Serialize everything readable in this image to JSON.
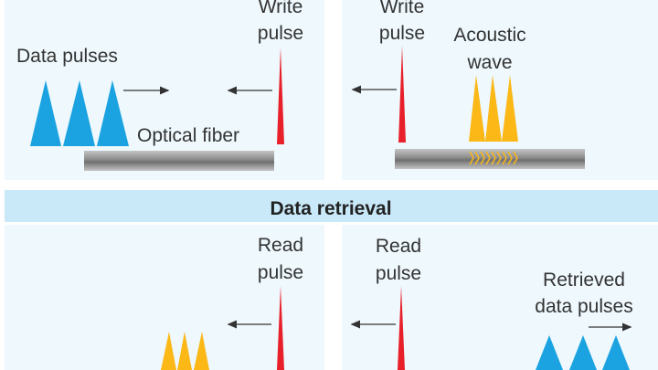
{
  "colors": {
    "panel_bg": "#eef8fd",
    "banner_bg": "#c9e9f8",
    "data_pulse": "#1aa3e0",
    "write_pulse": "#e8202a",
    "acoustic": "#fbb817",
    "fiber": "#9a9a9a"
  },
  "top_left": {
    "write_label_1": "Write",
    "write_label_2": "pulse",
    "data_pulses_label": "Data pulses",
    "fiber_label": "Optical fiber"
  },
  "top_right": {
    "write_label_1": "Write",
    "write_label_2": "pulse",
    "acoustic_label_1": "Acoustic",
    "acoustic_label_2": "wave"
  },
  "banner": {
    "title": "Data retrieval"
  },
  "bottom_left": {
    "read_label_1": "Read",
    "read_label_2": "pulse"
  },
  "bottom_right": {
    "read_label_1": "Read",
    "read_label_2": "pulse",
    "retrieved_label_1": "Retrieved",
    "retrieved_label_2": "data pulses"
  }
}
